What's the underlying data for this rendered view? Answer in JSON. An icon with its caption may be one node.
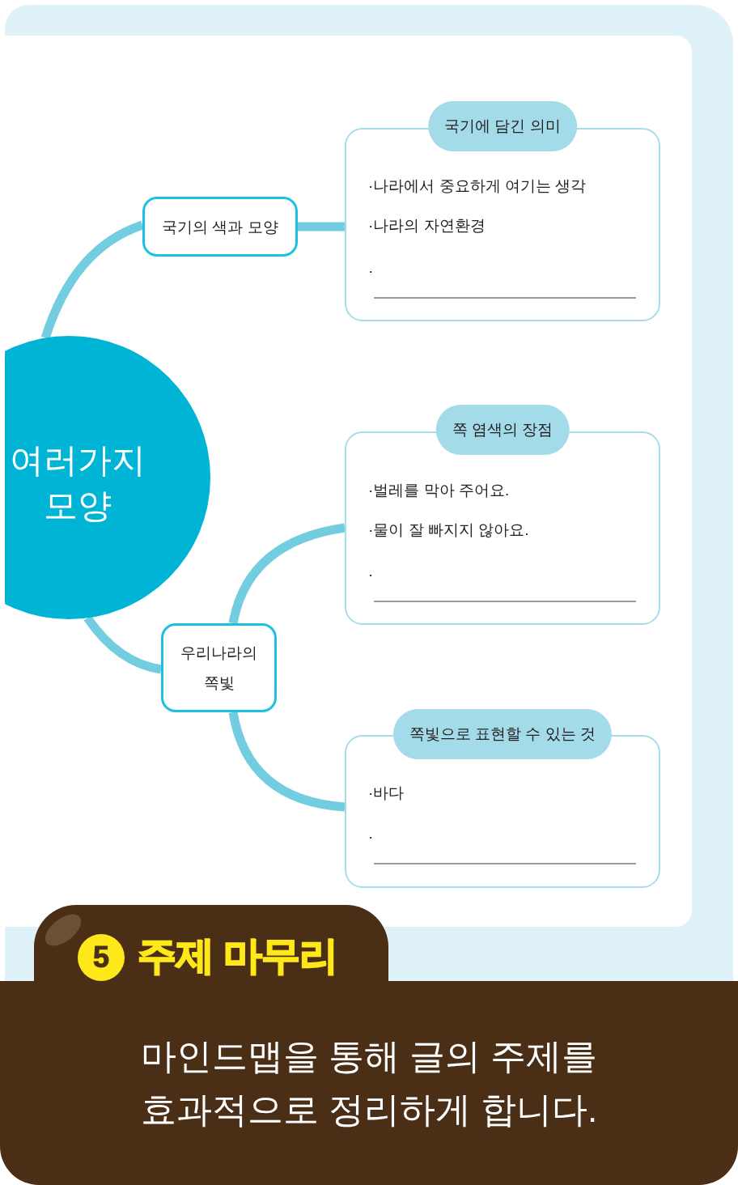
{
  "diagram": {
    "title": "주제 마무리",
    "caption": "마인드맵을 통해 글의 주제를 효과적으로 정리하게 합니다.",
    "nodes": [
      {
        "text": [
          "여러가지 모양"
        ]
      },
      {
        "text": [
          "국기의 색과 모양"
        ]
      },
      {
        "text": [
          "국기에 담긴 의미",
          "·나라에서 중요하게 여기는 생각",
          "·나라의 자연환경",
          "·"
        ]
      },
      {
        "text": [
          "우리나라의 쪽빛"
        ]
      },
      {
        "text": [
          "쪽 염색의 장점",
          "·벌레를 막아 주어요.",
          "·물이 잘 빠지지 않아요.",
          "·"
        ]
      },
      {
        "text": [
          "쪽빛으로 표현할 수 있는 것",
          "·바다",
          "·"
        ]
      }
    ],
    "edges": [
      {
        "from": 0,
        "to": 1,
        "arrow": "none"
      },
      {
        "from": 1,
        "to": 2,
        "arrow": "none"
      },
      {
        "from": 0,
        "to": 3,
        "arrow": "none"
      },
      {
        "from": 3,
        "to": 4,
        "arrow": "none"
      },
      {
        "from": 3,
        "to": 5,
        "arrow": "none"
      }
    ],
    "labels": [
      "5"
    ]
  }
}
